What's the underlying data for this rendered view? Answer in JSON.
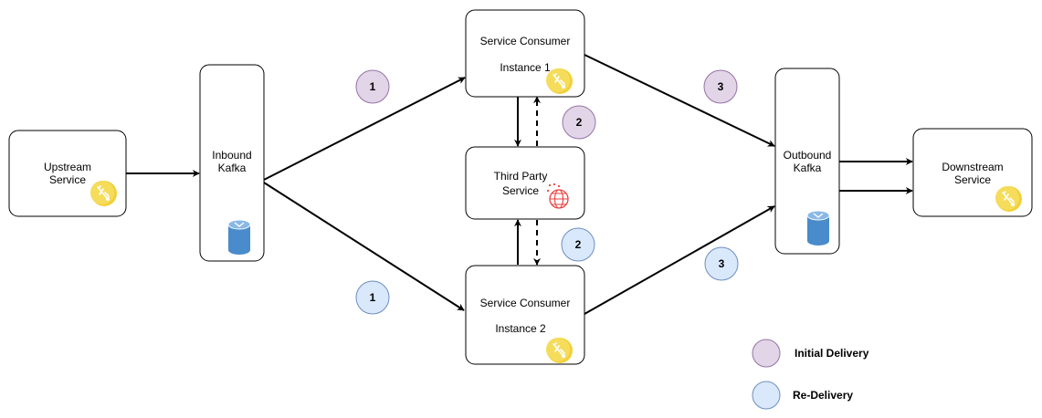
{
  "nodes": {
    "upstream": {
      "line1": "Upstream",
      "line2": "Service"
    },
    "inbound": {
      "line1": "Inbound",
      "line2": "Kafka"
    },
    "consumer1": {
      "line1": "Service Consumer",
      "line2": "Instance 1"
    },
    "third_party": {
      "line1": "Third Party",
      "line2": "Service"
    },
    "consumer2": {
      "line1": "Service Consumer",
      "line2": "Instance 2"
    },
    "outbound": {
      "line1": "Outbound",
      "line2": "Kafka"
    },
    "downstream": {
      "line1": "Downstream",
      "line2": "Service"
    }
  },
  "badges": {
    "initial_1": "1",
    "initial_2": "2",
    "initial_3": "3",
    "redelivery_1": "1",
    "redelivery_2": "2",
    "redelivery_3": "3"
  },
  "legend": {
    "initial": "Initial Delivery",
    "redelivery": "Re-Delivery"
  },
  "colors": {
    "initial_fill": "#e1d5e7",
    "initial_stroke": "#9673a6",
    "redelivery_fill": "#dae8fc",
    "redelivery_stroke": "#6c8ebf",
    "service_icon": "#f2d03b",
    "kafka_icon": "#4a8bcb",
    "third_party_icon": "#e8413f"
  },
  "icons": {
    "service": "service-gear-icon",
    "kafka": "database-cylinder-icon",
    "third_party": "globe-network-icon"
  }
}
